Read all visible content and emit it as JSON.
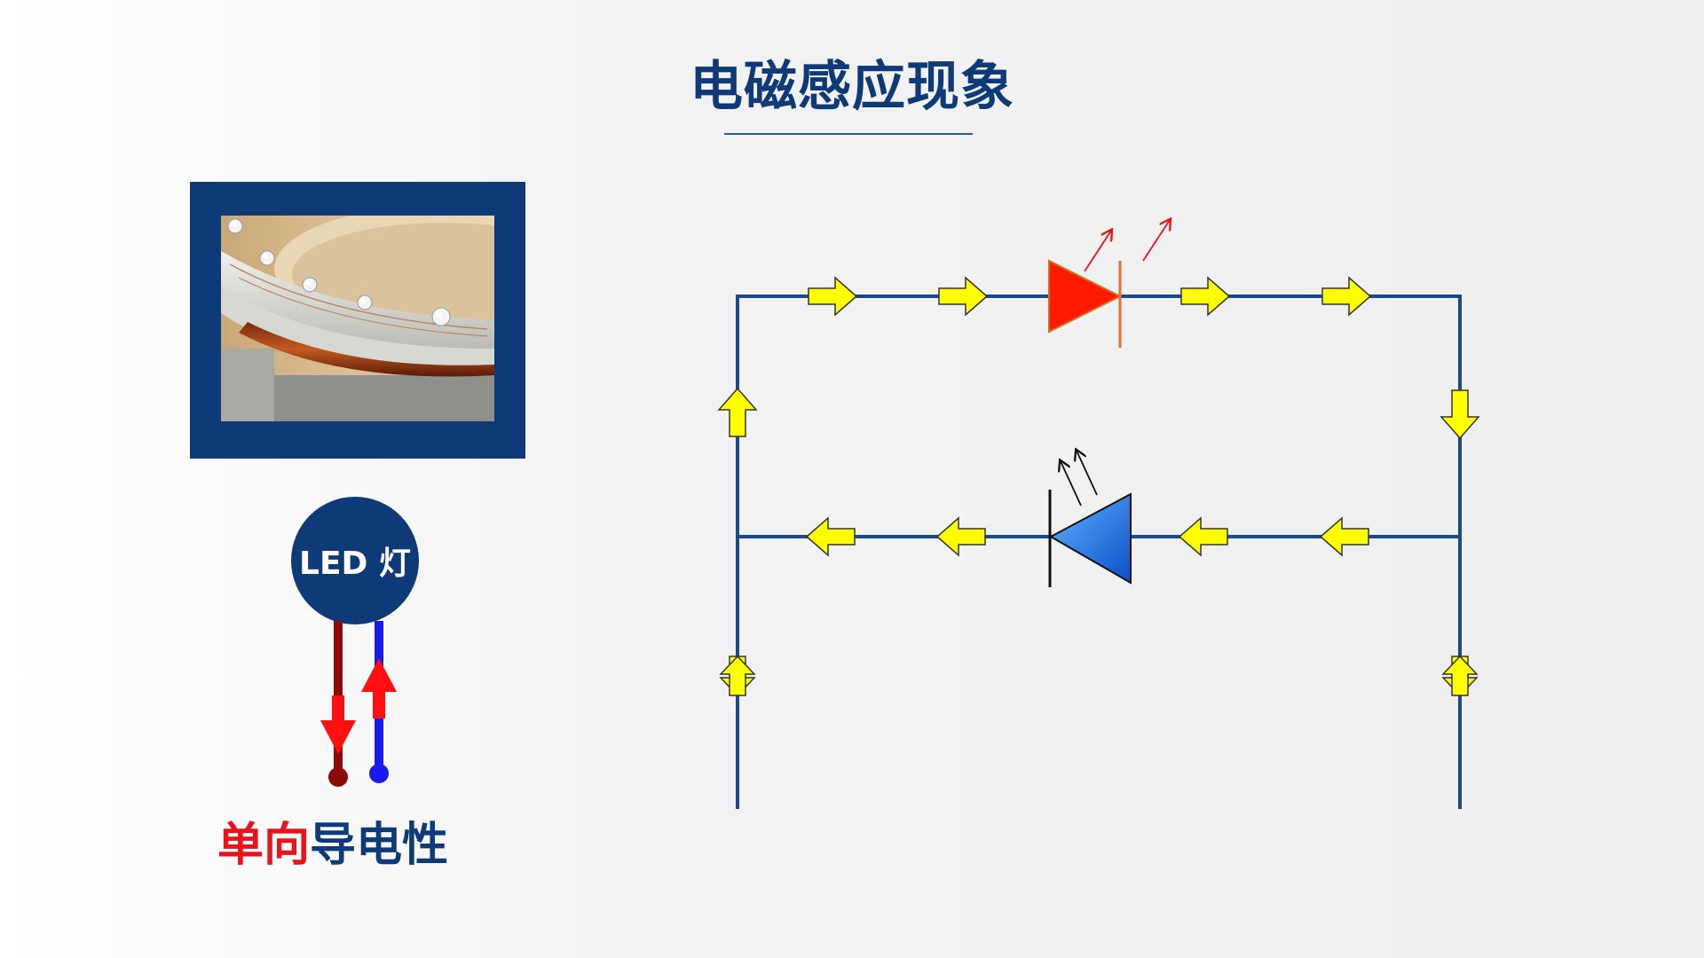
{
  "slide": {
    "title": "电磁感应现象"
  },
  "led_badge": {
    "label": "LED 灯"
  },
  "caption": {
    "highlight": "单向",
    "rest": "导电性"
  },
  "colors": {
    "title": "#0f3a78",
    "wire": "#1a4a8c",
    "arrow_fill": "#ffff00",
    "arrow_stroke": "#333333",
    "led_red": "#ff1a00",
    "led_blue": "#1e73e8",
    "caption_red": "#e8141a",
    "leg_dark_red": "#8b0a0a",
    "leg_blue": "#1a1aee"
  },
  "icons": {
    "flow_arrow": "yellow-flow-arrow-icon",
    "light_emission": "light-ray-arrow-icon",
    "diode": "led-diode-symbol-icon"
  }
}
